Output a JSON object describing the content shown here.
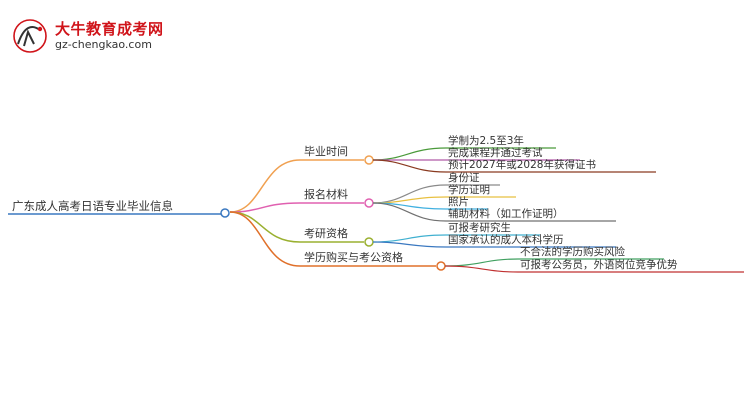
{
  "logo": {
    "title": "大牛教育成考网",
    "url": "gz-chengkao.com"
  },
  "mindmap": {
    "root": "广东成人高考日语专业毕业信息",
    "branches": [
      {
        "label": "毕业时间",
        "color": "#f0a050",
        "leaves": [
          "学制为2.5至3年",
          "完成课程并通过考试",
          "预计2027年或2028年获得证书"
        ],
        "leaf_colors": [
          "#4a9a3a",
          "#b05aa8",
          "#8a3a20"
        ]
      },
      {
        "label": "报名材料",
        "color": "#e060b0",
        "leaves": [
          "身份证",
          "学历证明",
          "照片",
          "辅助材料（如工作证明）"
        ],
        "leaf_colors": [
          "#8a8a8a",
          "#e8c040",
          "#40b0e0",
          "#707070"
        ]
      },
      {
        "label": "考研资格",
        "color": "#9ab030",
        "leaves": [
          "可报考研究生",
          "国家承认的成人本科学历"
        ],
        "leaf_colors": [
          "#40b0d0",
          "#3a78c0"
        ]
      },
      {
        "label": "学历购买与考公资格",
        "color": "#e0702a",
        "leaves": [
          "不合法的学历购买风险",
          "可报考公务员，外语岗位竞争优势"
        ],
        "leaf_colors": [
          "#40a060",
          "#c03030"
        ]
      }
    ]
  }
}
